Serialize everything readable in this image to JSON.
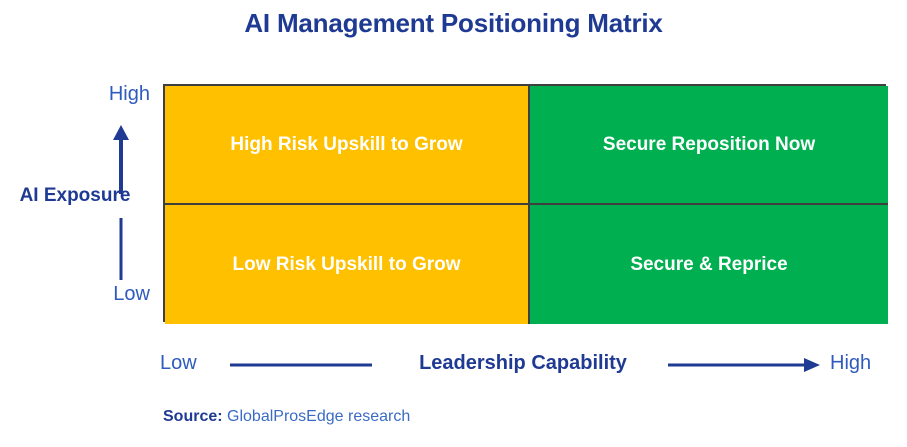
{
  "chart_data": {
    "type": "table",
    "title": "AI Management Positioning Matrix",
    "xlabel": "Leadership Capability",
    "ylabel": "AI Exposure",
    "x_low_label": "Low",
    "x_high_label": "High",
    "y_low_label": "Low",
    "y_high_label": "High",
    "grid": true,
    "legend": "none",
    "quadrants": [
      {
        "position": "top-left",
        "label": "High Risk Upskill to Grow",
        "x_level": "Low",
        "y_level": "High",
        "color": "#FFC000"
      },
      {
        "position": "top-right",
        "label": "Secure Reposition Now",
        "x_level": "High",
        "y_level": "High",
        "color": "#00B050"
      },
      {
        "position": "bottom-left",
        "label": "Low Risk Upskill to Grow",
        "x_level": "Low",
        "y_level": "Low",
        "color": "#FFC000"
      },
      {
        "position": "bottom-right",
        "label": "Secure & Reprice",
        "x_level": "High",
        "y_level": "Low",
        "color": "#00B050"
      }
    ]
  },
  "title": "AI Management Positioning Matrix",
  "matrix": {
    "cells": [
      {
        "label": "High Risk Upskill to Grow"
      },
      {
        "label": "Secure Reposition Now"
      },
      {
        "label": "Low Risk Upskill to Grow"
      },
      {
        "label": "Secure & Reprice"
      }
    ]
  },
  "y_axis": {
    "title": "AI Exposure",
    "high": "High",
    "low": "Low",
    "arrow_icon": "arrow-up-icon"
  },
  "x_axis": {
    "title": "Leadership Capability",
    "low": "Low",
    "high": "High",
    "arrow_icon": "arrow-right-icon"
  },
  "source": {
    "label": "Source:",
    "text": "GlobalProsEdge research"
  },
  "colors": {
    "title_navy": "#1F3A93",
    "axis_blue": "#2F5BBF",
    "gold": "#FFC000",
    "green": "#00B050",
    "border": "#3F3F3F",
    "source_text": "#3A6BC4"
  }
}
